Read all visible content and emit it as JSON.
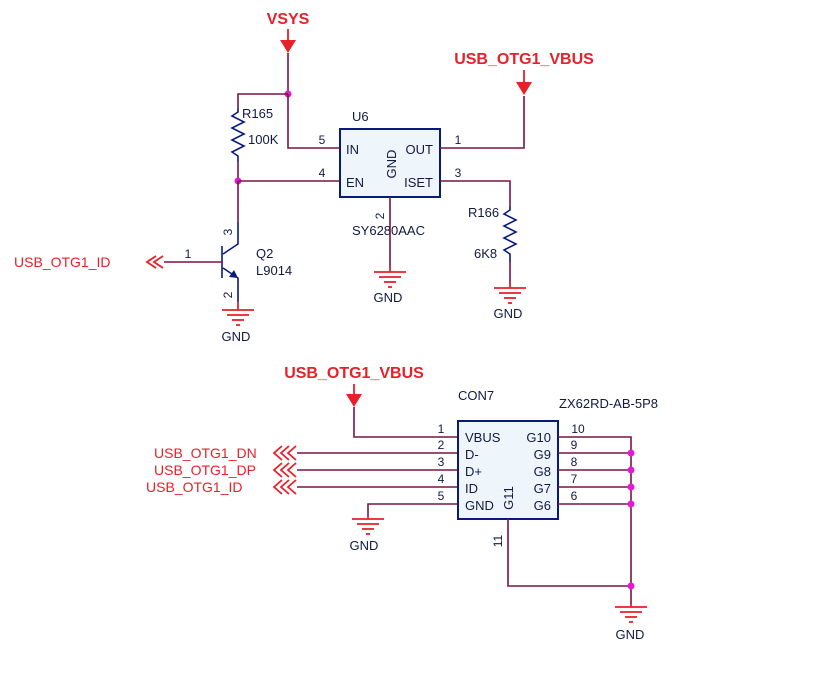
{
  "nets": {
    "vsys": "VSYS",
    "usb_otg1_vbus_top": "USB_OTG1_VBUS",
    "usb_otg1_vbus_bottom": "USB_OTG1_VBUS",
    "usb_otg1_id_left": "USB_OTG1_ID",
    "usb_otg1_dn": "USB_OTG1_DN",
    "usb_otg1_dp": "USB_OTG1_DP",
    "usb_otg1_id_bottom": "USB_OTG1_ID",
    "gnd": "GND"
  },
  "r165": {
    "ref": "R165",
    "value": "100K"
  },
  "r166": {
    "ref": "R166",
    "value": "6K8"
  },
  "u6": {
    "ref": "U6",
    "part": "SY6280AAC",
    "pins": {
      "in_name": "IN",
      "in_num": "5",
      "en_name": "EN",
      "en_num": "4",
      "out_name": "OUT",
      "out_num": "1",
      "iset_name": "ISET",
      "iset_num": "3",
      "gnd_name": "GND",
      "gnd_num": "2"
    }
  },
  "q2": {
    "ref": "Q2",
    "part": "L9014",
    "pin_base": "1",
    "pin_collector": "3",
    "pin_emitter": "2"
  },
  "con7": {
    "ref": "CON7",
    "part": "ZX62RD-AB-5P8",
    "left_pins": [
      {
        "name": "VBUS",
        "num": "1"
      },
      {
        "name": "D-",
        "num": "2"
      },
      {
        "name": "D+",
        "num": "3"
      },
      {
        "name": "ID",
        "num": "4"
      },
      {
        "name": "GND",
        "num": "5"
      }
    ],
    "right_pins": [
      {
        "name": "G10",
        "num": "10"
      },
      {
        "name": "G9",
        "num": "9"
      },
      {
        "name": "G8",
        "num": "8"
      },
      {
        "name": "G7",
        "num": "7"
      },
      {
        "name": "G6",
        "num": "6"
      }
    ],
    "bottom_pin": {
      "name": "G11",
      "num": "11"
    }
  },
  "colors": {
    "net_label": "#e8202a",
    "wire": "#7a1442",
    "component": "#0a1a7a",
    "component_fill": "#eef6fc",
    "junction": "#e21ad6"
  }
}
